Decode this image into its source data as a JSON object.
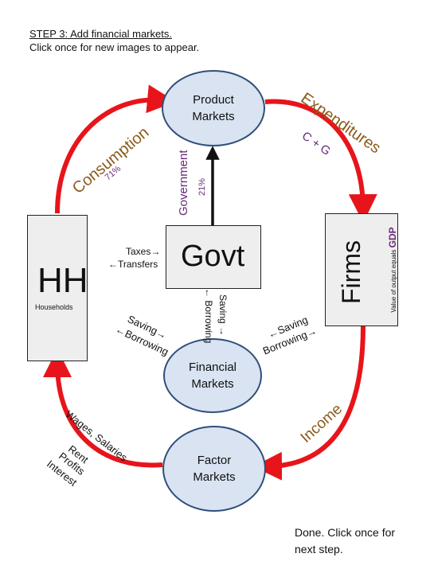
{
  "header": {
    "step": "STEP 3: Add financial markets.",
    "instruction": "Click once for new images to appear."
  },
  "markets": {
    "product": [
      "Product",
      "Markets"
    ],
    "financial": [
      "Financial",
      "Markets"
    ],
    "factor": [
      "Factor",
      "Markets"
    ]
  },
  "hh": {
    "label": "HH",
    "sub": "Households"
  },
  "firms": {
    "label": "Firms",
    "gdp": "GDP",
    "gdp_note": "Value of output equals"
  },
  "govt": {
    "label": "Govt",
    "government": "Government",
    "gov_pct": "21%"
  },
  "flows": {
    "consumption": "Consumption",
    "consumption_pct": "71%",
    "expenditures": "Expenditures",
    "c_plus_g": "C + G",
    "income": "Income",
    "taxes": "Taxes→",
    "transfers": "←Transfers",
    "hh_saving": "Saving→",
    "hh_borrowing": "←Borrowing",
    "govt_saving": "Saving →",
    "govt_borrowing": "← Borrowing",
    "firm_saving": "←Saving",
    "firm_borrowing": "Borrowing→",
    "wages": [
      "Wages, Salaries",
      "Rent",
      "Profits",
      "Interest"
    ]
  },
  "footer": {
    "done": [
      "Done. Click once for",
      "next step."
    ]
  },
  "colors": {
    "arrow_red": "#e8141b",
    "oval_fill": "#d9e3f1",
    "oval_border": "#2f4f7a",
    "box_fill": "#eeeeee",
    "text_purple": "#6a2a7a",
    "text_brown": "#8a5a1a"
  }
}
